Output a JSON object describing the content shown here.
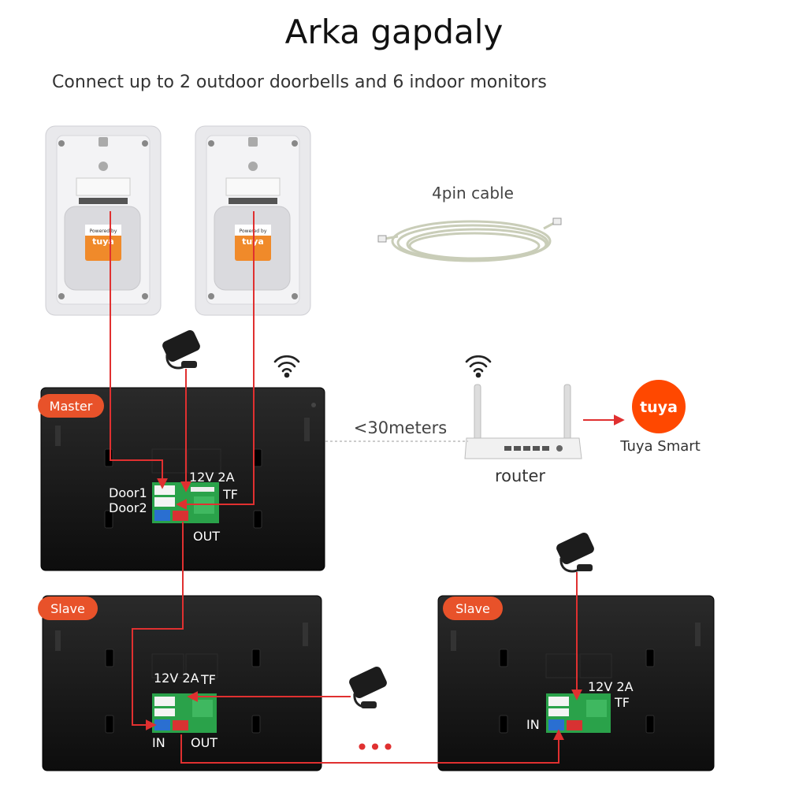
{
  "title": "Arka gapdaly",
  "subtitle": "Connect up to 2 outdoor doorbells and 6 indoor monitors",
  "cable": {
    "label": "4pin cable"
  },
  "distance": {
    "label": "<30meters"
  },
  "router": {
    "label": "router"
  },
  "cloud": {
    "logo_text": "tuya",
    "label": "Tuya Smart",
    "brand_color": "#ff4800"
  },
  "master": {
    "badge": "Master",
    "door1": "Door1",
    "door2": "Door2",
    "power": "12V 2A",
    "tf": "TF",
    "out": "OUT"
  },
  "slave_left": {
    "badge": "Slave",
    "power": "12V 2A",
    "tf": "TF",
    "in": "IN",
    "out": "OUT"
  },
  "slave_right": {
    "badge": "Slave",
    "power": "12V 2A",
    "tf": "TF",
    "in": "IN"
  },
  "doorbell": {
    "powered_by": "Powered by",
    "logo_text": "tuya"
  },
  "more": "•••",
  "colors": {
    "badge": "#e8522a",
    "wire": "#e03030",
    "monitor": "#141414",
    "doorbell": "#e9e9ec"
  }
}
